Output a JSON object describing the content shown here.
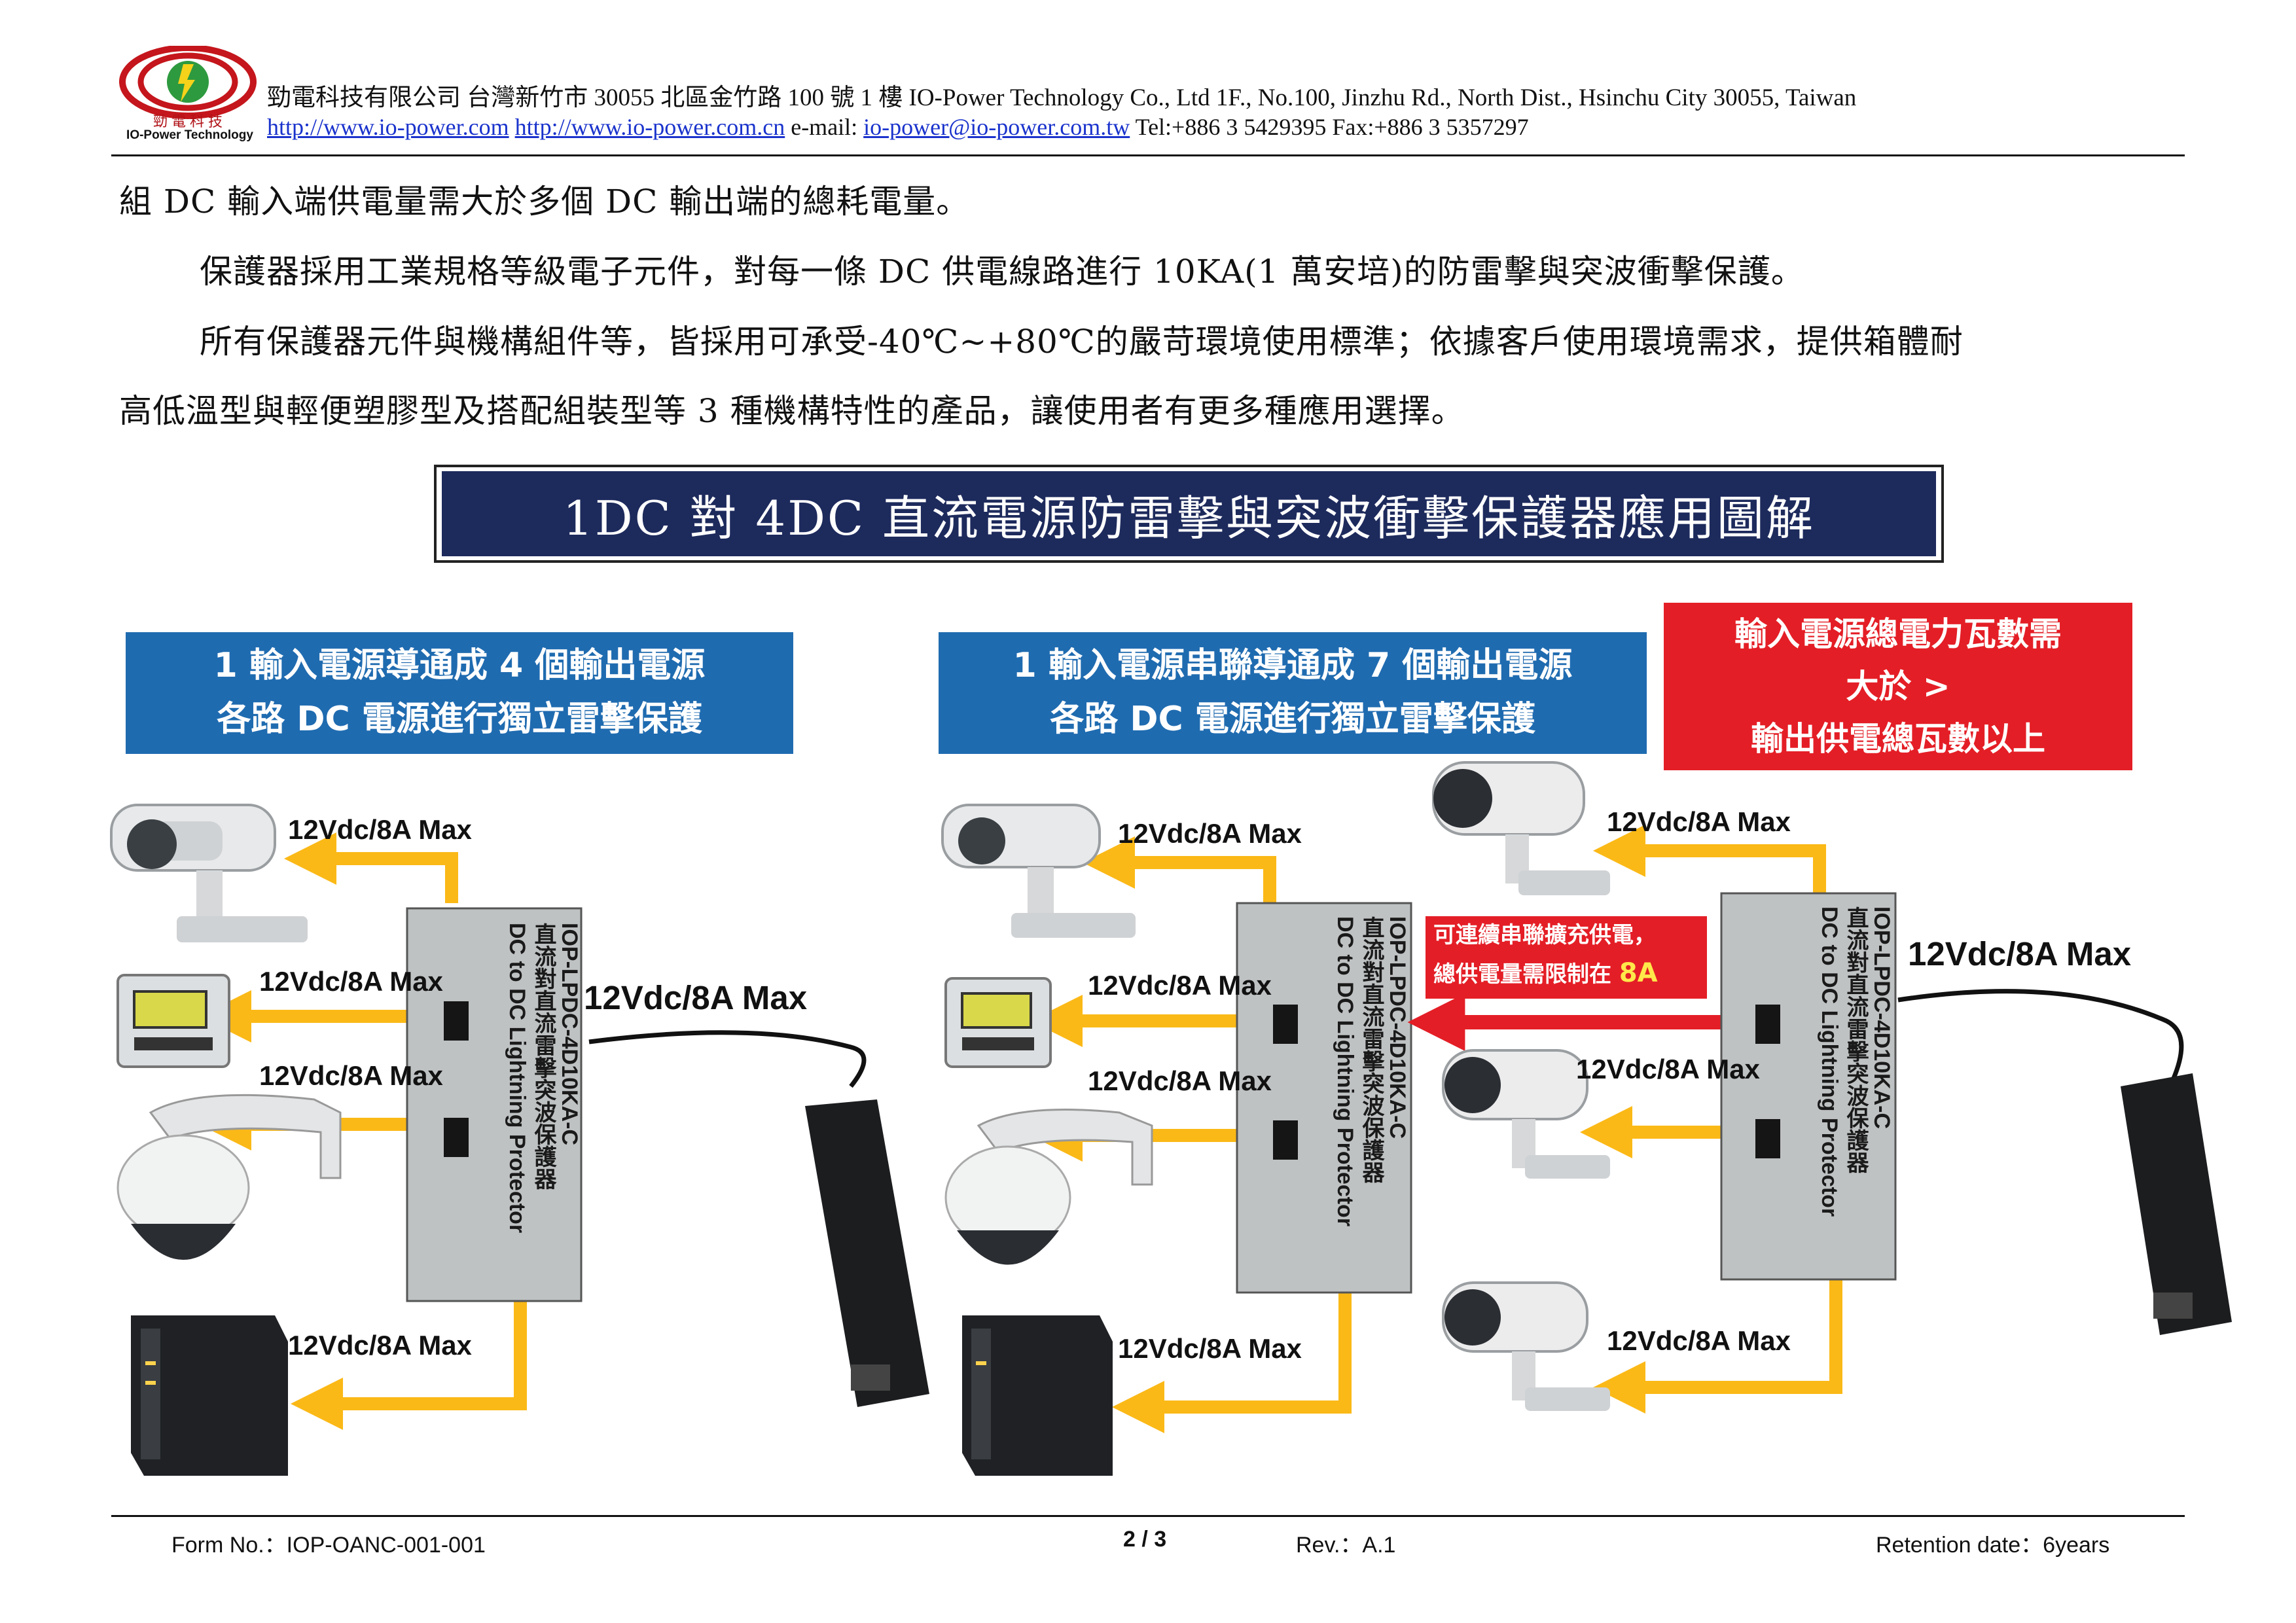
{
  "header": {
    "logo_cn": "勁電科技",
    "logo_en": "IO-Power Technology",
    "line1": "勁電科技有限公司  台灣新竹市 30055 北區金竹路 100 號 1 樓 IO-Power Technology Co., Ltd    1F., No.100, Jinzhu Rd., North Dist., Hsinchu City 30055, Taiwan",
    "url1": "http://www.io-power.com",
    "url2": "http://www.io-power.com.cn",
    "email_label": "e-mail:",
    "email": "io-power@io-power.com.tw",
    "tel_fax": "Tel:+886 3 5429395 Fax:+886 3 5357297"
  },
  "body": {
    "p1": "組 DC 輸入端供電量需大於多個 DC 輸出端的總耗電量。",
    "p2": "保護器採用工業規格等級電子元件，對每一條 DC 供電線路進行 10KA(1 萬安培)的防雷擊與突波衝擊保護。",
    "p3a": "所有保護器元件與機構組件等，皆採用可承受-40℃~+80℃的嚴苛環境使用標準；依據客戶使用環境需求，提供箱體耐",
    "p3b": "高低溫型與輕便塑膠型及搭配組裝型等 3 種機構特性的產品，讓使用者有更多種應用選擇。"
  },
  "banner": {
    "title": "1DC 對 4DC 直流電源防雷擊與突波衝擊保護器應用圖解"
  },
  "left_box": {
    "line1": "1 輸入電源導通成 4 個輸出電源",
    "line2": "各路 DC 電源進行獨立雷擊保護"
  },
  "middle_box": {
    "line1": "1 輸入電源串聯導通成 7 個輸出電源",
    "line2": "各路 DC 電源進行獨立雷擊保護"
  },
  "right_box": {
    "line1": "輸入電源總電力瓦數需",
    "line2": "大於 >",
    "line3": "輸出供電總瓦數以上"
  },
  "chain_note": {
    "line1": "可連續串聯擴充供電，",
    "line2a": "總供電量需限制在 ",
    "line2b": "8A"
  },
  "power_label": "12Vdc/8A Max",
  "protector": {
    "model": "IOP-LPDC-4D10KA-C",
    "name_cn": "直流對直流雷擊突波保護器",
    "name_en": "DC to DC Lightning Protector"
  },
  "footer": {
    "form": "Form No.：IOP-OANC-001-001",
    "page": "2 / 3",
    "rev": "Rev.：A.1",
    "retention": "Retention date：6years"
  },
  "colors": {
    "banner_bg": "#1d2a5c",
    "box_blue": "#1f6bb0",
    "box_red": "#e41e26",
    "arrow_yellow": "#fbb917"
  }
}
